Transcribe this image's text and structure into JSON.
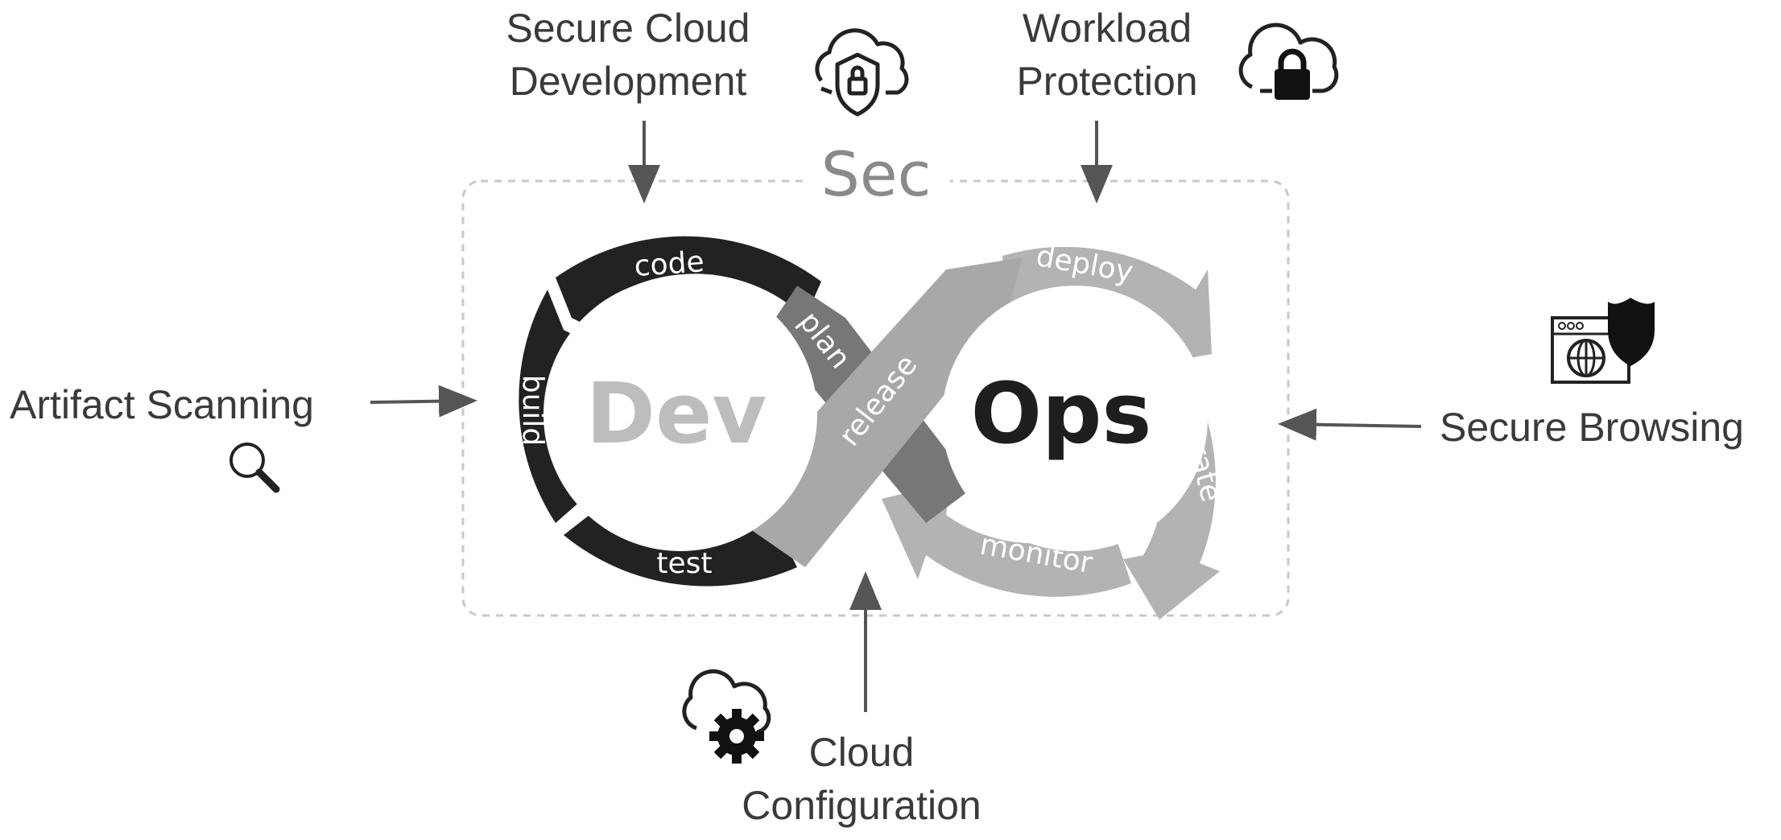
{
  "center": {
    "sec": "Sec",
    "dev": "Dev",
    "ops": "Ops"
  },
  "loop": {
    "code": "code",
    "build": "build",
    "test": "test",
    "plan": "plan",
    "release": "release",
    "deploy": "deploy",
    "operate": "Operate",
    "monitor": "monitor"
  },
  "callouts": {
    "secure_cloud_dev": {
      "line1": "Secure Cloud",
      "line2": "Development",
      "icon": "cloud-lock-shield-icon"
    },
    "workload_protection": {
      "line1": "Workload",
      "line2": "Protection",
      "icon": "cloud-padlock-icon"
    },
    "artifact_scanning": {
      "line1": "Artifact Scanning",
      "icon": "magnifier-icon"
    },
    "secure_browsing": {
      "line1": "Secure Browsing",
      "icon": "browser-shield-icon"
    },
    "cloud_configuration": {
      "line1": "Cloud",
      "line2": "Configuration",
      "icon": "cloud-gear-icon"
    }
  },
  "colors": {
    "dev_segments": "#222222",
    "plan_segment": "#777777",
    "ops_segments": "#b3b3b3",
    "release_segment": "#a8a8a8",
    "arrows": "#555555",
    "sec_border": "#c8c8c8"
  }
}
